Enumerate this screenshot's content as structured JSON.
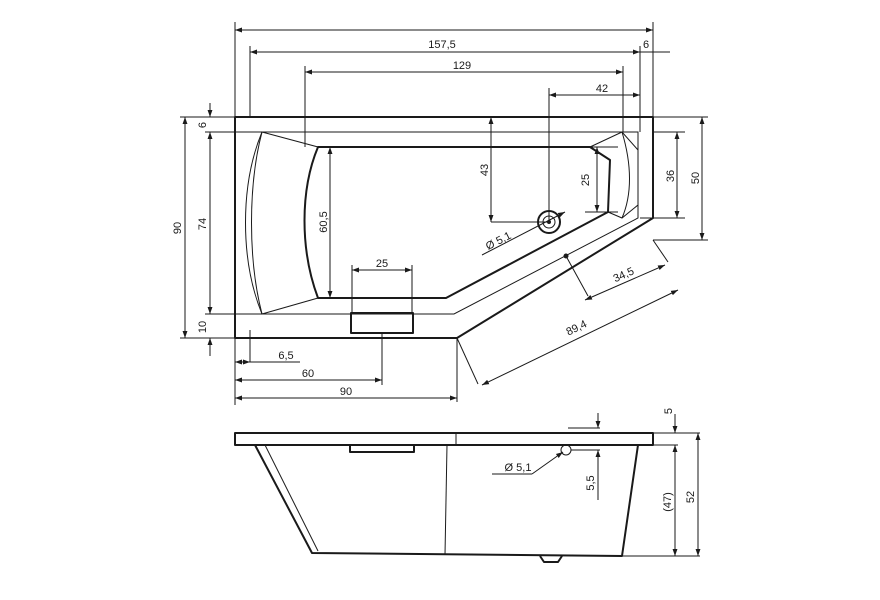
{
  "plan_view": {
    "overall_length": "157,5",
    "edge_right": "6",
    "inner_length": "129",
    "drain_from_right": "42",
    "rim_top": "6",
    "overall_width": "90",
    "inner_width": "74",
    "rim_bottom": "10",
    "drain_from_top": "43",
    "right_depth": "25",
    "right_inner_width": "36",
    "right_width": "50",
    "basin_width": "60,5",
    "panel_width": "25",
    "drain_diameter": "Ø 5,1",
    "slant_inner": "34,5",
    "slant_outer": "89,4",
    "left_rim": "6,5",
    "panel_offset": "60",
    "straight_length": "90"
  },
  "side_view": {
    "rim_thickness": "5",
    "overflow_diameter": "Ø 5,1",
    "overflow_height": "5,5",
    "inner_depth": "(47)",
    "total_height": "52"
  }
}
